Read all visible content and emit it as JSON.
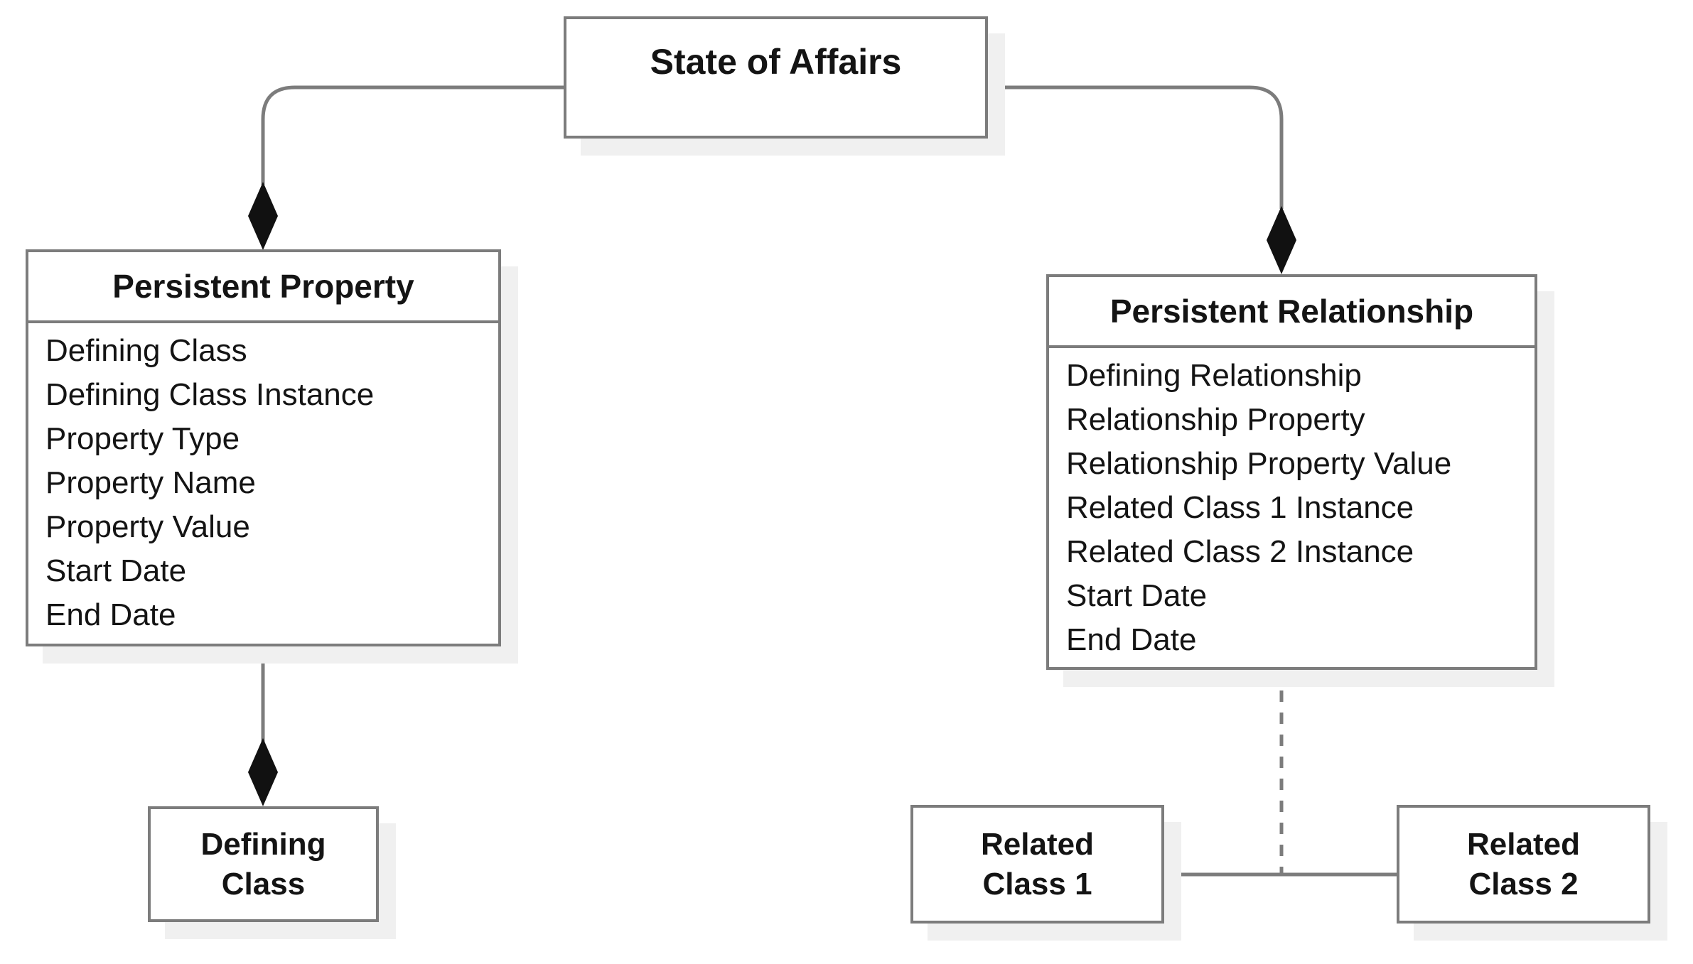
{
  "diagram": {
    "state_of_affairs": {
      "title": "State of Affairs"
    },
    "persistent_property": {
      "title": "Persistent Property",
      "attributes": [
        "Defining Class",
        "Defining Class Instance",
        "Property Type",
        "Property Name",
        "Property Value",
        "Start Date",
        "End Date"
      ]
    },
    "persistent_relationship": {
      "title": "Persistent Relationship",
      "attributes": [
        "Defining Relationship",
        "Relationship Property",
        "Relationship Property Value",
        "Related Class 1 Instance",
        "Related Class 2 Instance",
        "Start Date",
        "End Date"
      ]
    },
    "defining_class": {
      "label_lines": [
        "Defining",
        "Class"
      ]
    },
    "related_class_1": {
      "label_lines": [
        "Related",
        "Class 1"
      ]
    },
    "related_class_2": {
      "label_lines": [
        "Related",
        "Class 2"
      ]
    },
    "colors": {
      "line": "#7c7c7c",
      "diamond": "#111111",
      "text": "#141414",
      "shadow": "#f0f0f0",
      "background": "#ffffff"
    }
  }
}
